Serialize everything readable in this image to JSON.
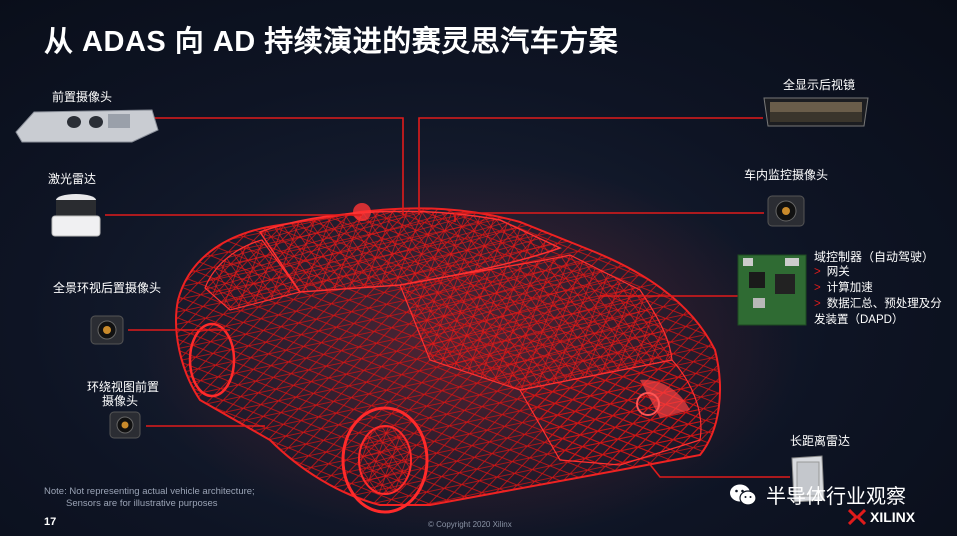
{
  "title": "从 ADAS 向 AD 持续演进的赛灵思汽车方案",
  "sensors_left": {
    "front_camera": "前置摄像头",
    "lidar": "激光雷达",
    "surround_rear_camera": "全景环视后置摄像头",
    "surround_front_camera_line1": "环绕视图前置",
    "surround_front_camera_line2": "摄像头"
  },
  "sensors_right": {
    "rearview_mirror": "全显示后视镜",
    "cabin_camera": "车内监控摄像头",
    "domain_controller": {
      "title": "域控制器（自动驾驶）",
      "items": [
        "网关",
        "计算加速",
        "数据汇总、预处理及分"
      ],
      "continuation": "发装置（DAPD）"
    },
    "long_range_radar": "长距离雷达"
  },
  "note_line1": "Note: Not representing actual vehicle architecture;",
  "note_line2": "Sensors are for illustrative purposes",
  "page_number": "17",
  "copyright": "© Copyright 2020 Xilinx",
  "watermark": "半导体行业观察",
  "brand": "XILINX",
  "colors": {
    "accent": "#e01b1b",
    "background": "#0c1220"
  },
  "icons": [
    "wechat-icon",
    "xilinx-logo-icon"
  ]
}
